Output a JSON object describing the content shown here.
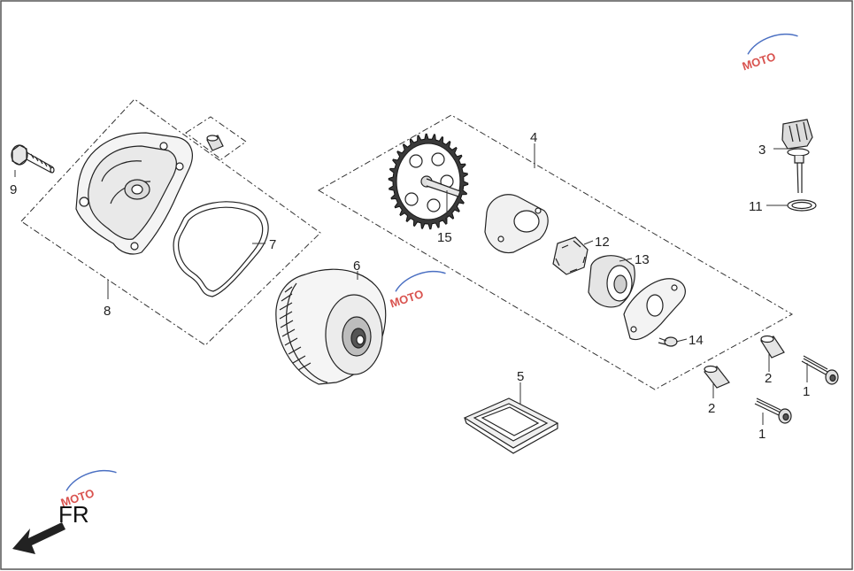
{
  "watermark": {
    "text": "MOTO",
    "color": "#d9534f",
    "accent": "#4a6fc2"
  },
  "orientation": {
    "label": "FR",
    "icon": "front-direction-arrow-icon"
  },
  "callouts": {
    "c1a": "1",
    "c1b": "1",
    "c2a": "2",
    "c2b": "2",
    "c3": "3",
    "c4": "4",
    "c5": "5",
    "c6": "6",
    "c7": "7",
    "c8": "8",
    "c9": "9",
    "c11": "11",
    "c12": "12",
    "c13": "13",
    "c14": "14",
    "c15": "15"
  }
}
